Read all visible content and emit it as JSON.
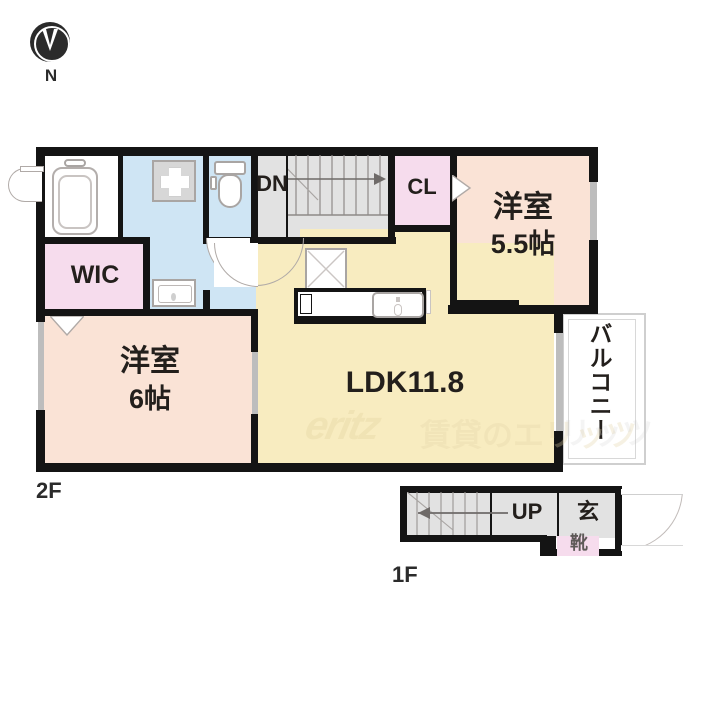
{
  "compass": {
    "icon": "compass-north-icon",
    "label": "N"
  },
  "floors": {
    "second": {
      "label": "2F"
    },
    "first": {
      "label": "1F"
    }
  },
  "second_floor": {
    "rooms": [
      {
        "key": "bath",
        "name": "bathroom",
        "label": "",
        "color": "#ffffff"
      },
      {
        "key": "washroom",
        "name": "washroom",
        "label": "",
        "color": "#cfe5f4"
      },
      {
        "key": "toilet",
        "name": "toilet",
        "label": "",
        "color": "#cfe5f4"
      },
      {
        "key": "wic",
        "name": "walk-in-closet",
        "label": "WIC",
        "color": "#f6dced"
      },
      {
        "key": "stairs_dn",
        "name": "stairs-down",
        "label": "DN",
        "color": "#e2e2e2"
      },
      {
        "key": "cl",
        "name": "closet",
        "label": "CL",
        "color": "#f6dced"
      },
      {
        "key": "bedroom_e",
        "name": "bedroom-east",
        "label": "洋室",
        "sub": "5.5帖",
        "color": "#fae3d6"
      },
      {
        "key": "bedroom_w",
        "name": "bedroom-west",
        "label": "洋室",
        "sub": "6帖",
        "color": "#fae3d6"
      },
      {
        "key": "ldk",
        "name": "living-dining-kitchen",
        "label": "LDK11.8",
        "color": "#f8ecc0"
      },
      {
        "key": "balcony",
        "name": "balcony",
        "label": "バルコニー",
        "color": "#ffffff"
      }
    ],
    "fixtures": [
      {
        "name": "bathtub-icon"
      },
      {
        "name": "washing-machine-pan-icon"
      },
      {
        "name": "toilet-icon"
      },
      {
        "name": "vanity-sink-icon"
      },
      {
        "name": "kitchen-counter-icon"
      },
      {
        "name": "kitchen-sink-icon"
      },
      {
        "name": "storage-cross-icon"
      }
    ]
  },
  "first_floor": {
    "rooms": [
      {
        "key": "stairs_up",
        "name": "stairs-up",
        "label": "UP",
        "color": "#e2e2e2"
      },
      {
        "key": "genkan",
        "name": "entrance-hall",
        "label": "玄",
        "color": "#e2e2e2"
      },
      {
        "key": "shoebox",
        "name": "shoe-cabinet",
        "label": "靴",
        "color": "#f6dced"
      }
    ]
  },
  "watermark": {
    "logo": "eritz",
    "text": "賃貸のエリッツ",
    "tail": "リッツ"
  }
}
